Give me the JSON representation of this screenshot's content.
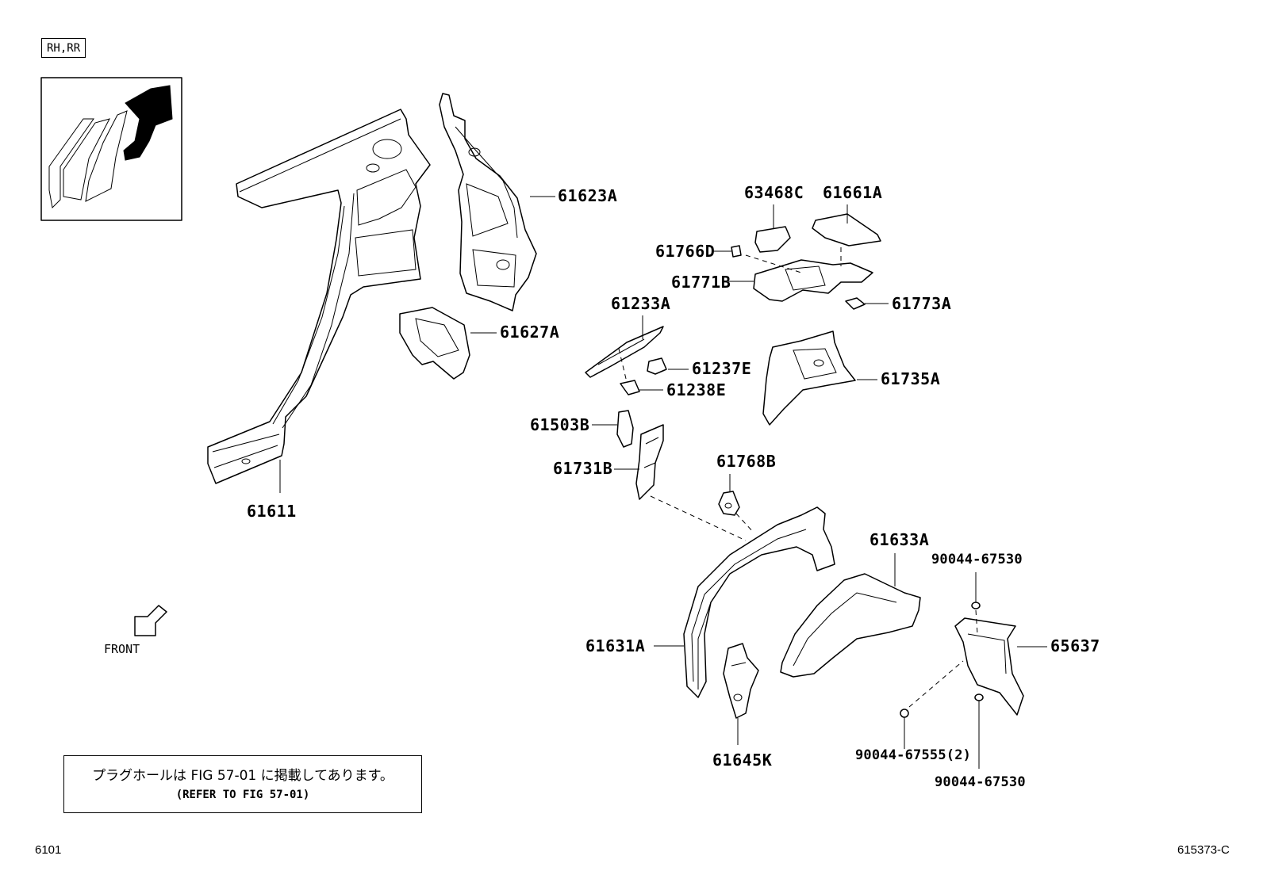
{
  "view_tag": "RH,RR",
  "front_label": "FRONT",
  "note": {
    "line1": "プラグホールは FIG 57-01 に掲載してあります。",
    "line2": "(REFER TO FIG 57-01)"
  },
  "footer": {
    "left_code": "6101",
    "right_code": "615373-C"
  },
  "parts": {
    "p61611": "61611",
    "p61623A": "61623A",
    "p61627A": "61627A",
    "p63468C": "63468C",
    "p61661A": "61661A",
    "p61766D": "61766D",
    "p61771B": "61771B",
    "p61773A": "61773A",
    "p61233A": "61233A",
    "p61237E": "61237E",
    "p61238E": "61238E",
    "p61735A": "61735A",
    "p61503B": "61503B",
    "p61731B": "61731B",
    "p61768B": "61768B",
    "p61633A": "61633A",
    "p61631A": "61631A",
    "p61645K": "61645K",
    "p90044_67530_top": "90044-67530",
    "p65637": "65637",
    "p90044_67555": "90044-67555(2)",
    "p90044_67530_bottom": "90044-67530"
  }
}
